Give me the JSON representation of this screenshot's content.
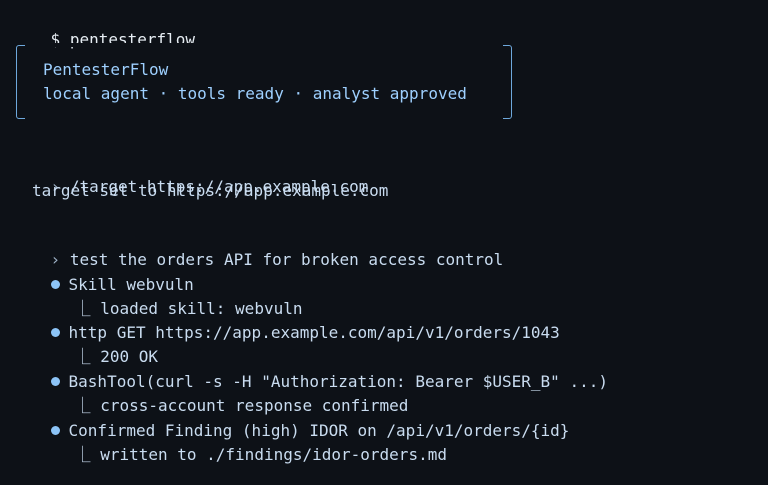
{
  "prompt": {
    "symbol": "$",
    "command": "pentesterflow"
  },
  "banner": {
    "title": "PentesterFlow",
    "subtitle": "local agent · tools ready · analyst approved"
  },
  "session": {
    "caret": "›",
    "target_cmd": "/target https://app.example.com",
    "target_out": "target set to https://app.example.com",
    "task_cmd": "test the orders API for broken access control",
    "steps": [
      {
        "title": "Skill webvuln",
        "result": "loaded skill: webvuln"
      },
      {
        "title": "http GET https://app.example.com/api/v1/orders/1043",
        "result": "200 OK"
      },
      {
        "title": "BashTool(curl -s -H \"Authorization: Bearer $USER_B\" ...)",
        "result": "cross-account response confirmed"
      },
      {
        "title": "Confirmed Finding (high) IDOR on /api/v1/orders/{id}",
        "result": "written to ./findings/idor-orders.md"
      }
    ],
    "elbow": "⎿"
  },
  "colors": {
    "background": "#0d1117",
    "accent": "#6ea8dc",
    "text": "#c9dcf0",
    "bullet": "#8cc4f7"
  }
}
